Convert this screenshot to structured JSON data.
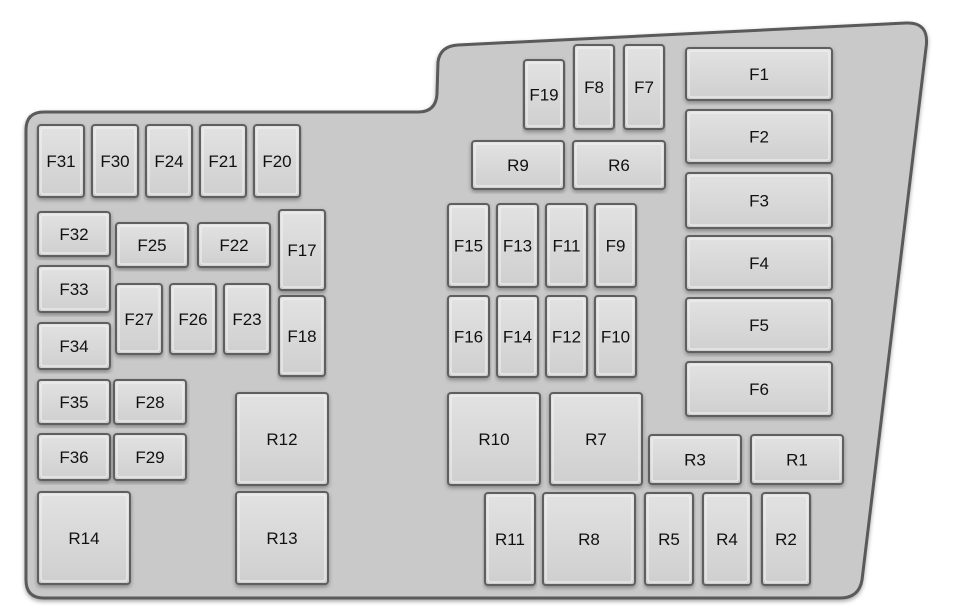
{
  "colors": {
    "panel_fill": "#c9c9c9",
    "panel_stroke": "#5a5a5a",
    "box_fill": "#d8d8d8",
    "box_stroke": "#5e5e5e",
    "text": "#111111"
  },
  "fuses": {
    "F1": "F1",
    "F2": "F2",
    "F3": "F3",
    "F4": "F4",
    "F5": "F5",
    "F6": "F6",
    "F7": "F7",
    "F8": "F8",
    "F9": "F9",
    "F10": "F10",
    "F11": "F11",
    "F12": "F12",
    "F13": "F13",
    "F14": "F14",
    "F15": "F15",
    "F16": "F16",
    "F17": "F17",
    "F18": "F18",
    "F19": "F19",
    "F20": "F20",
    "F21": "F21",
    "F22": "F22",
    "F23": "F23",
    "F24": "F24",
    "F25": "F25",
    "F26": "F26",
    "F27": "F27",
    "F28": "F28",
    "F29": "F29",
    "F30": "F30",
    "F31": "F31",
    "F32": "F32",
    "F33": "F33",
    "F34": "F34",
    "F35": "F35",
    "F36": "F36"
  },
  "relays": {
    "R1": "R1",
    "R2": "R2",
    "R3": "R3",
    "R4": "R4",
    "R5": "R5",
    "R6": "R6",
    "R7": "R7",
    "R8": "R8",
    "R9": "R9",
    "R10": "R10",
    "R11": "R11",
    "R12": "R12",
    "R13": "R13",
    "R14": "R14"
  }
}
